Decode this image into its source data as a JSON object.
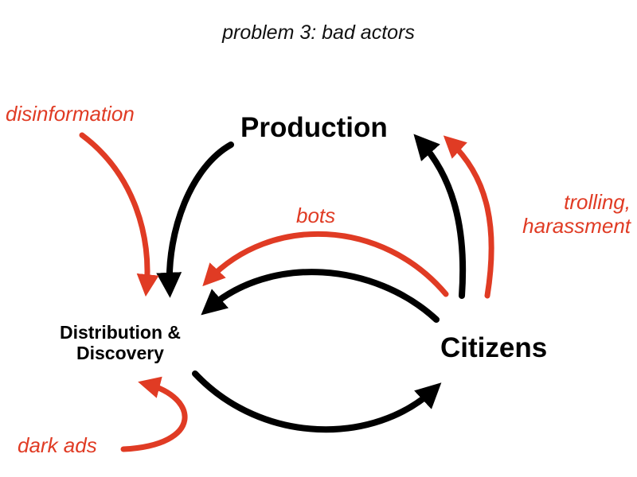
{
  "title": "problem 3: bad actors",
  "nodes": {
    "production": "Production",
    "citizens": "Citizens",
    "distribution_line1": "Distribution &",
    "distribution_line2": "Discovery"
  },
  "bad_actor_labels": {
    "disinformation": "disinformation",
    "bots": "bots",
    "trolling_line1": "trolling,",
    "trolling_line2": "harassment",
    "dark_ads": "dark ads"
  },
  "colors": {
    "flow_arrow": "#000000",
    "bad_actor_arrow": "#e03b24",
    "bad_actor_text": "#e03b24"
  }
}
